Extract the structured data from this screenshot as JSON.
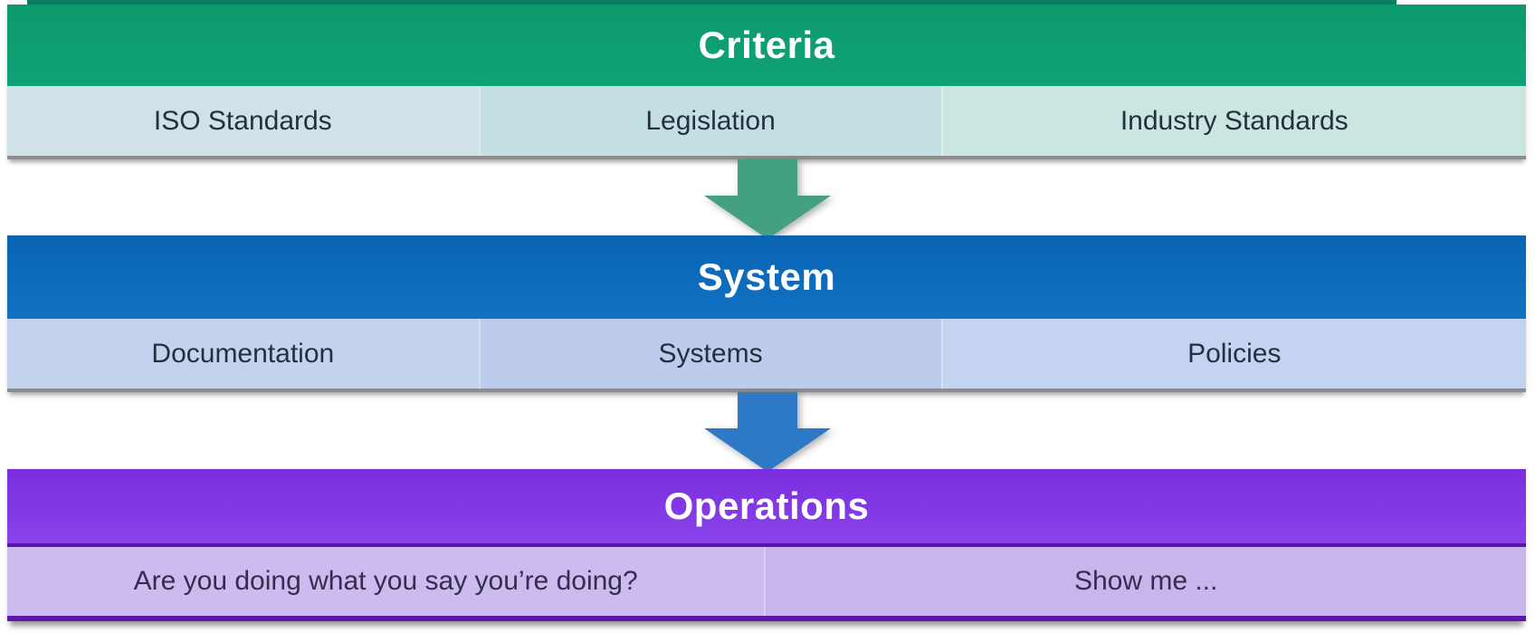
{
  "tiers": [
    {
      "title": "Criteria",
      "header_color": "#0D9C71",
      "items": [
        "ISO Standards",
        "Legislation",
        "Industry Standards"
      ],
      "item_colors": [
        "#CFE2E8",
        "#C3DFE3",
        "#C9E6E0"
      ]
    },
    {
      "title": "System",
      "header_color": "#0D6BBC",
      "items": [
        "Documentation",
        "Systems",
        "Policies"
      ],
      "item_colors": [
        "#C5D2EE",
        "#BDCCEC",
        "#C3D3F0"
      ]
    },
    {
      "title": "Operations",
      "header_color": "#7F35E2",
      "items": [
        "Are you doing what you say you’re doing?",
        "Show me ..."
      ],
      "item_colors": [
        "#CDBAEE",
        "#C8B5EC"
      ]
    }
  ],
  "arrows": [
    {
      "name": "criteria-to-system",
      "color": "#43A081"
    },
    {
      "name": "system-to-operations",
      "color": "#2E79C6"
    }
  ]
}
